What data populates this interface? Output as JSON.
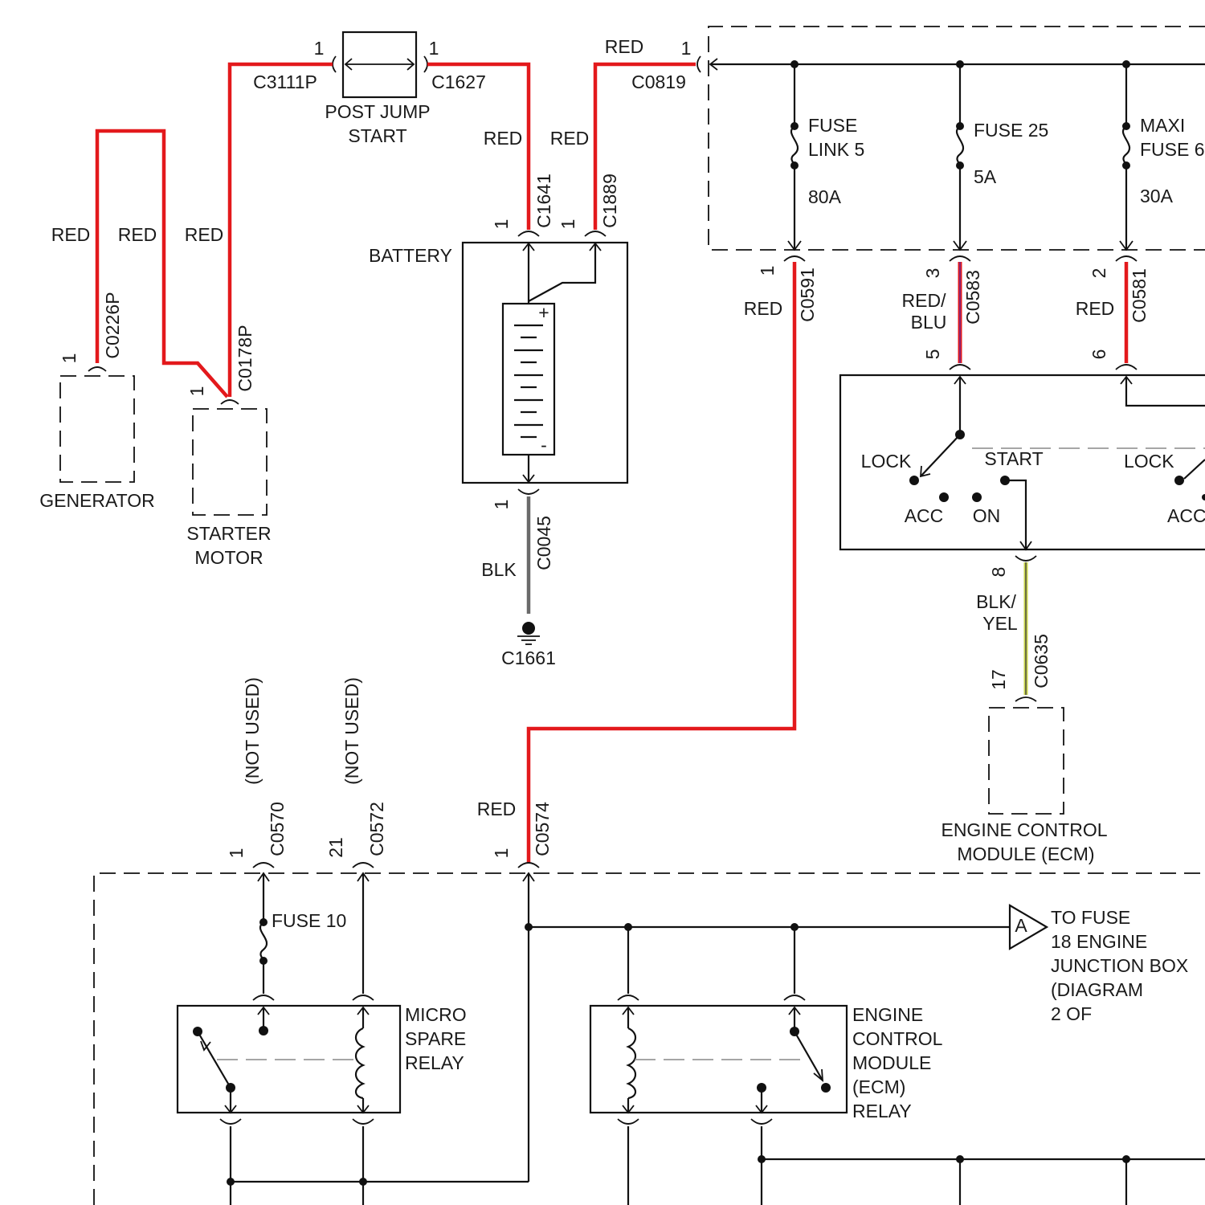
{
  "colors": {
    "red_wire": "#e3191c",
    "blk_wire": "#6a6a6a",
    "red_blu_wire": "#7a2a8a",
    "blk_yel_wire": "#c9d64a"
  },
  "post_jump_start": {
    "line1": "POST JUMP",
    "line2": "START"
  },
  "connectors": {
    "c3111p": "C3111P",
    "c1627": "C1627",
    "c0819": "C0819",
    "c1641": "C1641",
    "c1889": "C1889",
    "c0226p": "C0226P",
    "c0178p": "C0178P",
    "c0045": "C0045",
    "c1661": "C1661",
    "c0591": "C0591",
    "c0583": "C0583",
    "c0581": "C0581",
    "c0635": "C0635",
    "c0570": "C0570",
    "c0572": "C0572",
    "c0574": "C0574"
  },
  "pins": {
    "c3111p": "1",
    "c1627": "1",
    "c0819": "1",
    "c1641": "1",
    "c1889": "1",
    "c0226p": "1",
    "c0178p": "1",
    "c0045": "1",
    "c0591": "1",
    "c0583_top": "3",
    "c0583_bottom": "5",
    "c0581_top": "2",
    "c0581_bottom": "6",
    "c0635_top": "8",
    "c0635_bottom": "17",
    "c0570": "1",
    "c0572": "21",
    "c0574": "1"
  },
  "wire_labels": {
    "red": "RED",
    "blk": "BLK",
    "red_blu": {
      "line1": "RED/",
      "line2": "BLU"
    },
    "blk_yel": {
      "line1": "BLK/",
      "line2": "YEL"
    }
  },
  "components": {
    "generator": "GENERATOR",
    "starter_motor": {
      "line1": "STARTER",
      "line2": "MOTOR"
    },
    "battery": "BATTERY",
    "battery_plus": "+",
    "battery_minus": "-",
    "ecm": {
      "line1": "ENGINE CONTROL",
      "line2": "MODULE (ECM)"
    }
  },
  "fuses": {
    "fuse_link_5": {
      "line1": "FUSE",
      "line2": "LINK 5",
      "rating": "80A"
    },
    "fuse_25": {
      "line1": "FUSE 25",
      "rating": "5A"
    },
    "maxi_fuse": {
      "line1": "MAXI",
      "line2": "FUSE 6",
      "rating": "30A"
    },
    "fuse_10": "FUSE 10"
  },
  "ignition_switch": {
    "lock": "LOCK",
    "start": "START",
    "acc": "ACC",
    "on": "ON",
    "lock_right": "LOCK",
    "acc_right": "ACC"
  },
  "not_used": "(NOT USED)",
  "relays": {
    "micro_spare": {
      "line1": "MICRO",
      "line2": "SPARE",
      "line3": "RELAY"
    },
    "ecm_relay": {
      "line1": "ENGINE",
      "line2": "CONTROL",
      "line3": "MODULE",
      "line4": "(ECM)",
      "line5": "RELAY"
    }
  },
  "off_page": {
    "letter": "A",
    "line1": "TO FUSE",
    "line2": "18 ENGINE",
    "line3": "JUNCTION BOX",
    "line4": "(DIAGRAM",
    "line5": "2 OF"
  }
}
